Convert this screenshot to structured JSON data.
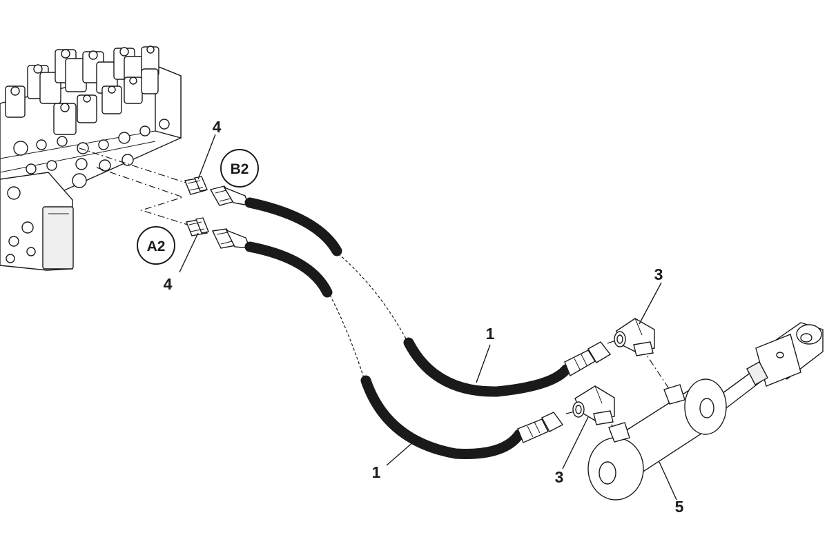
{
  "callouts": {
    "hose_upper": "1",
    "hose_lower": "1",
    "elbow_upper": "3",
    "elbow_lower": "3",
    "adapter_upper": "4",
    "adapter_lower": "4",
    "cylinder": "5"
  },
  "ports": {
    "b2": "B2",
    "a2": "A2"
  }
}
